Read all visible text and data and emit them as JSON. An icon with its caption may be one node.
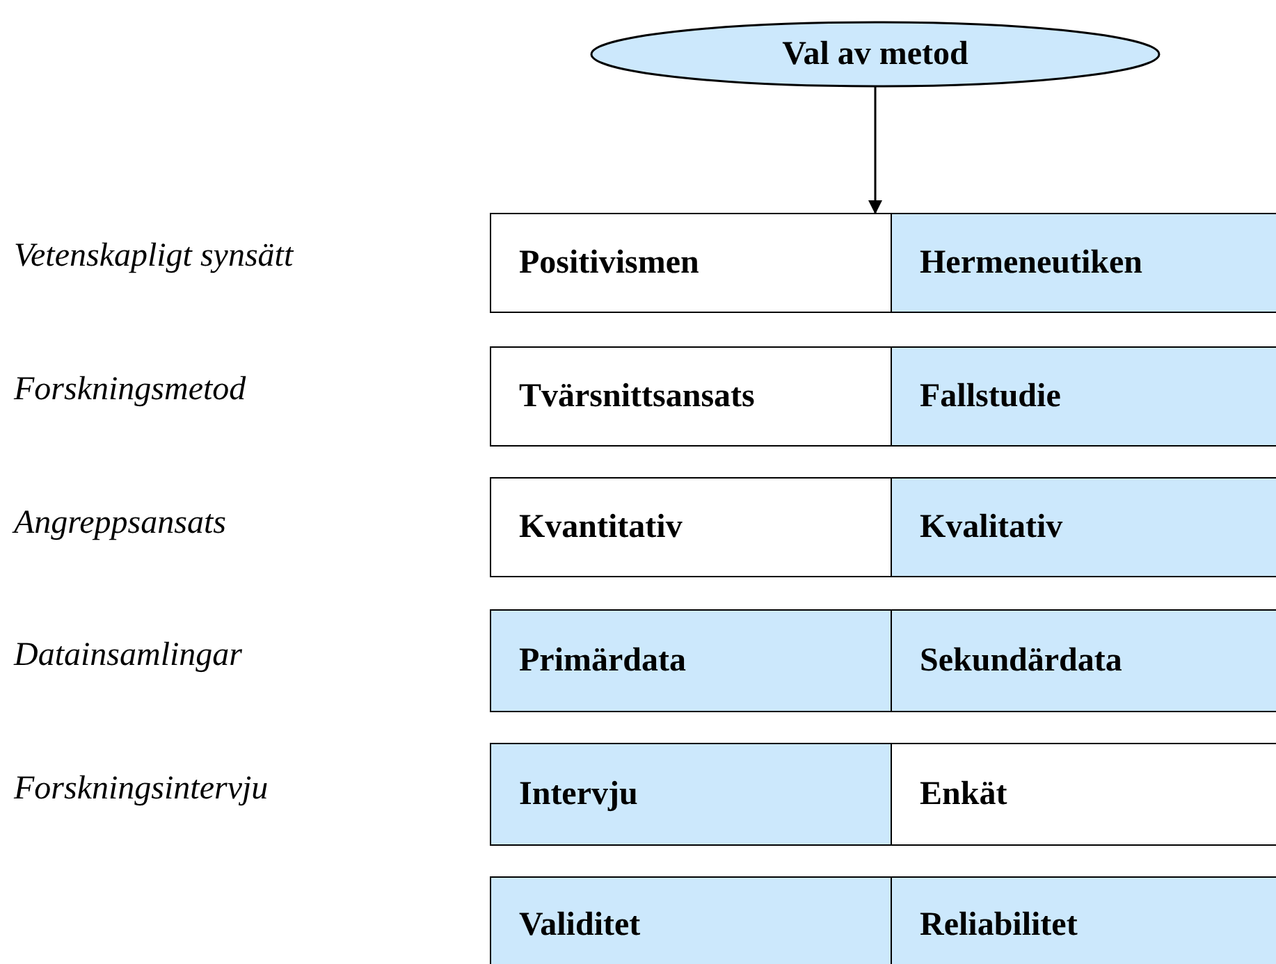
{
  "diagram": {
    "nodes": [
      {
        "text": [
          "Val av metod"
        ]
      },
      {
        "text": [
          "Positivismen"
        ]
      },
      {
        "text": [
          "Hermeneutiken"
        ]
      },
      {
        "text": [
          "Tvärsnittsansats"
        ]
      },
      {
        "text": [
          "Fallstudie"
        ]
      },
      {
        "text": [
          "Kvantitativ"
        ]
      },
      {
        "text": [
          "Kvalitativ"
        ]
      },
      {
        "text": [
          "Primärdata"
        ]
      },
      {
        "text": [
          "Sekundärdata"
        ]
      },
      {
        "text": [
          "Intervju"
        ]
      },
      {
        "text": [
          "Enkät"
        ]
      },
      {
        "text": [
          "Validitet"
        ]
      },
      {
        "text": [
          "Reliabilitet"
        ]
      }
    ],
    "edges": [
      {
        "from": 0,
        "to": 1,
        "arrow": "to"
      }
    ],
    "labels": [
      "Vetenskapligt synsätt",
      "Forskningsmetod",
      "Angreppsansats",
      "Datainsamlingar",
      "Forskningsintervju"
    ]
  }
}
